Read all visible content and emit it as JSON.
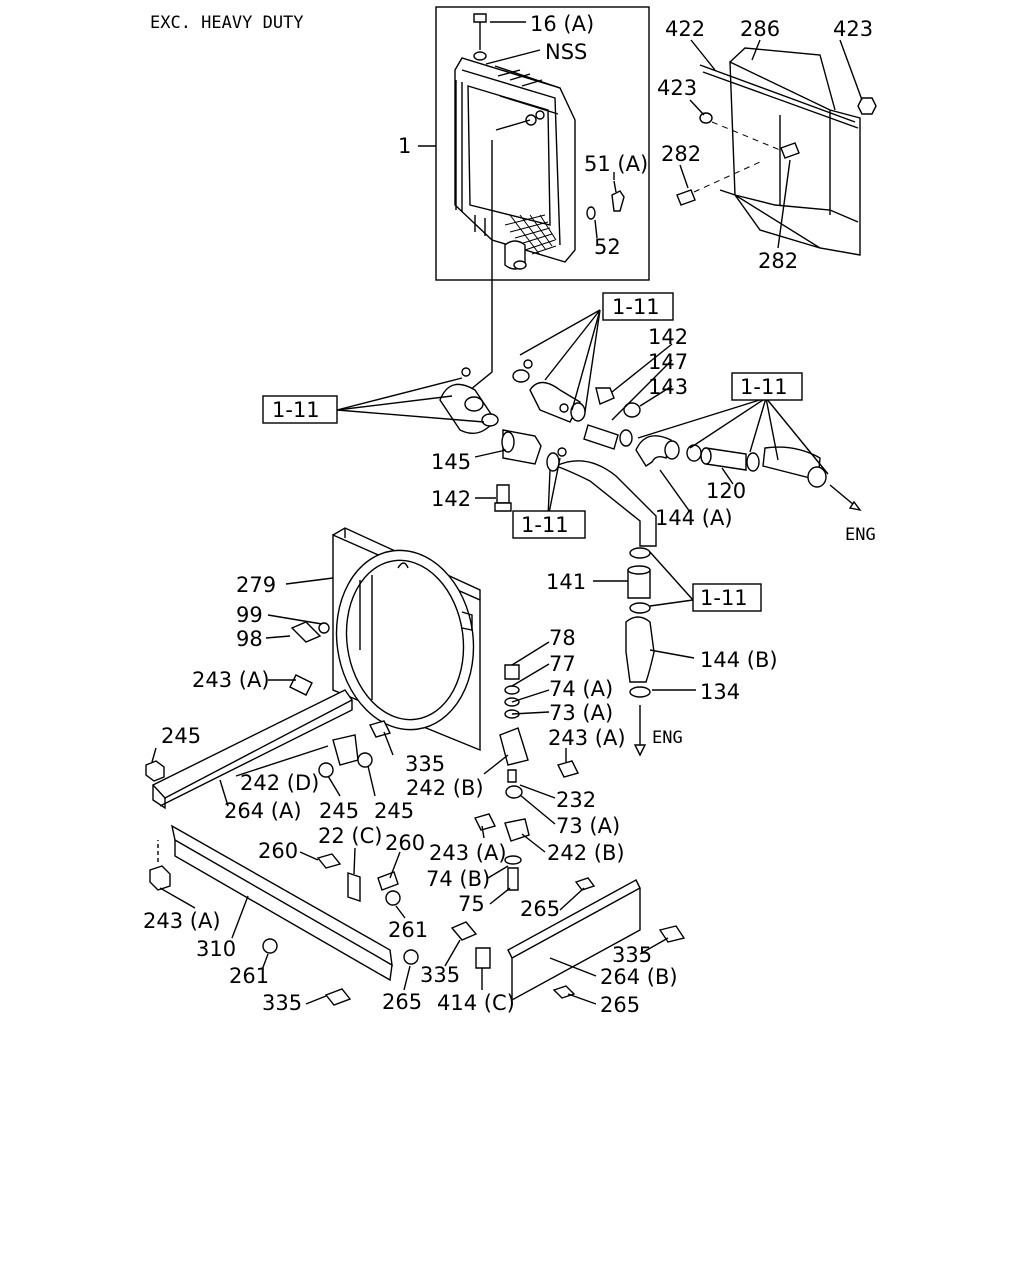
{
  "header": "EXC. HEAVY DUTY",
  "refs": [
    "1-11",
    "1-11",
    "1-11",
    "1-11",
    "1-11"
  ],
  "eng": [
    "ENG",
    "ENG"
  ],
  "callouts": [
    "16 (A)",
    "NSS",
    "1",
    "51 (A)",
    "52",
    "422",
    "286",
    "423",
    "423",
    "282",
    "282",
    "142",
    "147",
    "143",
    "145",
    "142",
    "144 (A)",
    "120",
    "141",
    "144 (B)",
    "134",
    "279",
    "99",
    "98",
    "243 (A)",
    "245",
    "242 (D)",
    "264 (A)",
    "245",
    "245",
    "335",
    "78",
    "77",
    "74 (A)",
    "73 (A)",
    "243 (A)",
    "242 (B)",
    "232",
    "73 (A)",
    "243 (A)",
    "242 (B)",
    "74 (B)",
    "75",
    "22 (C)",
    "260",
    "260",
    "261",
    "243 (A)",
    "310",
    "261",
    "335",
    "265",
    "335",
    "414 (C)",
    "265",
    "335",
    "264 (B)",
    "265"
  ]
}
